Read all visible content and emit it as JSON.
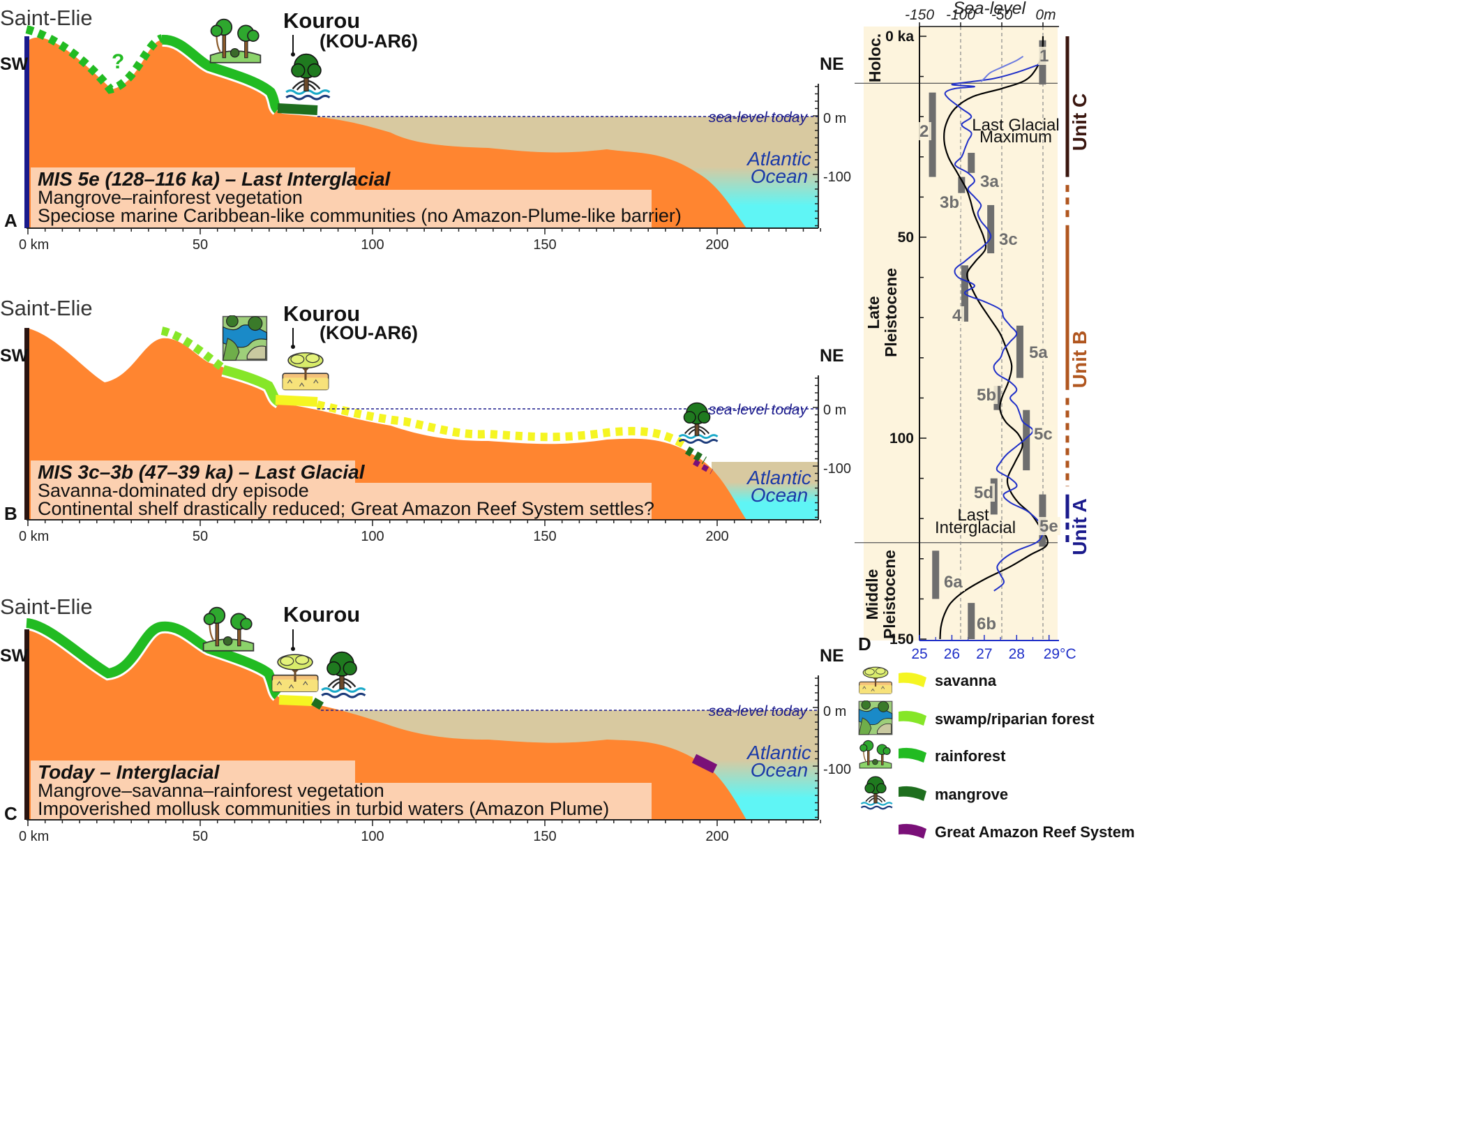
{
  "panels": [
    {
      "letter": "A",
      "site": "Saint-Elie",
      "sw": "SW",
      "ne": "NE",
      "kourou": "Kourou",
      "core": "(KOU-AR6)",
      "question": "?",
      "sea_level_label": "sea-level today",
      "depth_labels": [
        "0 m",
        "-100"
      ],
      "ocean": [
        "Atlantic",
        "Ocean"
      ],
      "caption_title": "MIS 5e (128–116 ka) – Last Interglacial",
      "caption_lines": [
        "Mangrove–rainforest vegetation",
        "Speciose marine Caribbean-like communities (no Amazon-Plume-like barrier)"
      ],
      "colors": {
        "left_bar": "#1a1a8c"
      }
    },
    {
      "letter": "B",
      "site": "Saint-Elie",
      "sw": "SW",
      "ne": "NE",
      "kourou": "Kourou",
      "core": "(KOU-AR6)",
      "sea_level_label": "sea-level today",
      "depth_labels": [
        "0 m",
        "-100"
      ],
      "ocean": [
        "Atlantic",
        "Ocean"
      ],
      "caption_title": "MIS 3c–3b (47–39 ka) – Last Glacial",
      "caption_lines": [
        "Savanna-dominated dry episode",
        "Continental shelf drastically reduced; Great Amazon Reef System settles?"
      ],
      "colors": {
        "left_bar": "#2a1410"
      }
    },
    {
      "letter": "C",
      "site": "Saint-Elie",
      "sw": "SW",
      "ne": "NE",
      "kourou": "Kourou",
      "sea_level_label": "sea-level today",
      "depth_labels": [
        "0 m",
        "-100"
      ],
      "ocean": [
        "Atlantic",
        "Ocean"
      ],
      "caption_title": "Today – Interglacial",
      "caption_lines": [
        "Mangrove–savanna–rainforest vegetation",
        "Impoverished mollusk communities in turbid waters (Amazon Plume)"
      ],
      "colors": {
        "left_bar": "#2a1410"
      }
    }
  ],
  "distance_axis": {
    "ticks": [
      0,
      50,
      100,
      150,
      200
    ],
    "tick_labels": [
      "0 km",
      "50",
      "100",
      "150",
      "200"
    ]
  },
  "chart_data": {
    "type": "line",
    "panel_letter": "D",
    "top_axis": {
      "title": "Sea-level",
      "ticks": [
        -150,
        -100,
        -50,
        0
      ],
      "tick_labels": [
        "-150",
        "-100",
        "-50",
        "0m"
      ]
    },
    "bottom_axis": {
      "unit": "°C",
      "ticks": [
        25,
        26,
        27,
        28,
        29
      ],
      "tick_labels": [
        "25",
        "26",
        "27",
        "28",
        "29°C"
      ],
      "xlim": [
        25,
        29.3
      ]
    },
    "y_axis": {
      "ticks": [
        0,
        50,
        100,
        150
      ],
      "tick_labels": [
        "0 ka",
        "50",
        "100",
        "150"
      ],
      "ylim": [
        0,
        150
      ],
      "inverted": true
    },
    "sea_level_ref_lines": [
      -100,
      -50,
      0
    ],
    "period_boundaries_ka": [
      11.7,
      126
    ],
    "periods": [
      {
        "name": "Holoc.",
        "range_ka": [
          0,
          11.7
        ]
      },
      {
        "name": [
          "Late",
          "Pleistocene"
        ],
        "range_ka": [
          11.7,
          126
        ]
      },
      {
        "name": [
          "Middle",
          "Pleistocene"
        ],
        "range_ka": [
          126,
          150
        ]
      }
    ],
    "series": [
      {
        "color": "#000000",
        "axis": "sea-level",
        "points": [
          [
            0,
            0
          ],
          [
            4,
            -1
          ],
          [
            8,
            -8
          ],
          [
            11,
            -22
          ],
          [
            13,
            -50
          ],
          [
            15,
            -85
          ],
          [
            18,
            -107
          ],
          [
            22,
            -118
          ],
          [
            26,
            -120
          ],
          [
            30,
            -115
          ],
          [
            34,
            -104
          ],
          [
            38,
            -93
          ],
          [
            41,
            -88
          ],
          [
            44,
            -84
          ],
          [
            47,
            -78
          ],
          [
            50,
            -72
          ],
          [
            53,
            -70
          ],
          [
            56,
            -82
          ],
          [
            59,
            -92
          ],
          [
            62,
            -88
          ],
          [
            66,
            -78
          ],
          [
            70,
            -65
          ],
          [
            74,
            -52
          ],
          [
            78,
            -44
          ],
          [
            82,
            -38
          ],
          [
            86,
            -42
          ],
          [
            90,
            -50
          ],
          [
            93,
            -52
          ],
          [
            96,
            -45
          ],
          [
            99,
            -30
          ],
          [
            102,
            -25
          ],
          [
            106,
            -34
          ],
          [
            110,
            -43
          ],
          [
            113,
            -40
          ],
          [
            116,
            -30
          ],
          [
            119,
            -14
          ],
          [
            122,
            -4
          ],
          [
            125,
            5
          ],
          [
            127,
            3
          ],
          [
            129,
            -15
          ],
          [
            132,
            -40
          ],
          [
            135,
            -70
          ],
          [
            138,
            -95
          ],
          [
            141,
            -112
          ],
          [
            144,
            -120
          ],
          [
            147,
            -124
          ],
          [
            150,
            -125
          ]
        ]
      },
      {
        "color": "#1f2fc8",
        "axis": "temperature",
        "points": [
          [
            7,
            28.7
          ],
          [
            9,
            28.0
          ],
          [
            10.5,
            27.3
          ],
          [
            11.2,
            26.7
          ],
          [
            12,
            26.0
          ],
          [
            12.5,
            26.7
          ],
          [
            13,
            26.1
          ],
          [
            14,
            25.8
          ],
          [
            15.5,
            25.9
          ],
          [
            18,
            26.3
          ],
          [
            20,
            26.6
          ],
          [
            22,
            26.3
          ],
          [
            24,
            26.6
          ],
          [
            26,
            26.5
          ],
          [
            28,
            26.4
          ],
          [
            30,
            26.3
          ],
          [
            32,
            26.1
          ],
          [
            34,
            26.5
          ],
          [
            36,
            26.7
          ],
          [
            38,
            26.5
          ],
          [
            40,
            26.7
          ],
          [
            42,
            26.9
          ],
          [
            44,
            26.8
          ],
          [
            46,
            26.9
          ],
          [
            48,
            27.1
          ],
          [
            50,
            27.2
          ],
          [
            52,
            27.0
          ],
          [
            54,
            26.7
          ],
          [
            56,
            26.4
          ],
          [
            58,
            26.1
          ],
          [
            60,
            26.2
          ],
          [
            62,
            26.7
          ],
          [
            64,
            26.4
          ],
          [
            66,
            27.0
          ],
          [
            68,
            27.5
          ],
          [
            70,
            27.6
          ],
          [
            72,
            27.8
          ],
          [
            74,
            28.0
          ],
          [
            76,
            27.8
          ],
          [
            78,
            27.6
          ],
          [
            80,
            27.5
          ],
          [
            82,
            27.3
          ],
          [
            84,
            27.4
          ],
          [
            86,
            27.8
          ],
          [
            88,
            28.0
          ],
          [
            90,
            27.8
          ],
          [
            92,
            28.0
          ],
          [
            94,
            28.1
          ],
          [
            96,
            28.2
          ],
          [
            98,
            28.5
          ],
          [
            100,
            28.3
          ],
          [
            102,
            28.0
          ],
          [
            104,
            27.7
          ],
          [
            106,
            27.5
          ],
          [
            108,
            27.4
          ],
          [
            110,
            27.8
          ],
          [
            112,
            28.0
          ],
          [
            114,
            27.6
          ],
          [
            116,
            27.8
          ],
          [
            118,
            28.3
          ],
          [
            120,
            28.6
          ],
          [
            122,
            28.8
          ],
          [
            124,
            28.8
          ],
          [
            126,
            28.6
          ],
          [
            128,
            28.0
          ],
          [
            130,
            27.6
          ],
          [
            132,
            27.4
          ],
          [
            134,
            27.5
          ],
          [
            136,
            27.6
          ],
          [
            138,
            27.3
          ]
        ]
      },
      {
        "color": "#6b7ae0",
        "axis": "temperature",
        "points": [
          [
            5,
            28.2
          ],
          [
            6,
            28.0
          ],
          [
            7.5,
            27.6
          ],
          [
            9,
            27.2
          ],
          [
            10.5,
            27.0
          ],
          [
            11.3,
            26.9
          ]
        ]
      }
    ],
    "marine_isotope_stages": [
      {
        "label": "1",
        "temp": 28.8,
        "range_ka": [
          1,
          12
        ]
      },
      {
        "label": "2",
        "temp": 25.4,
        "range_ka": [
          14,
          35
        ]
      },
      {
        "label": "3a",
        "temp": 26.6,
        "range_ka": [
          29,
          34
        ]
      },
      {
        "label": "3b",
        "temp": 26.3,
        "range_ka": [
          35,
          39
        ]
      },
      {
        "label": "3c",
        "temp": 27.2,
        "range_ka": [
          42,
          54
        ]
      },
      {
        "label": "4",
        "temp": 26.4,
        "range_ka": [
          57,
          71
        ]
      },
      {
        "label": "5a",
        "temp": 28.1,
        "range_ka": [
          72,
          85
        ]
      },
      {
        "label": "5b",
        "temp": 27.4,
        "range_ka": [
          87,
          93
        ]
      },
      {
        "label": "5c",
        "temp": 28.3,
        "range_ka": [
          93,
          108
        ]
      },
      {
        "label": "5d",
        "temp": 27.3,
        "range_ka": [
          110,
          119
        ]
      },
      {
        "label": "5e",
        "temp": 28.8,
        "range_ka": [
          114,
          127
        ]
      },
      {
        "label": "6a",
        "temp": 25.5,
        "range_ka": [
          128,
          140
        ]
      },
      {
        "label": "6b",
        "temp": 26.6,
        "range_ka": [
          141,
          150
        ]
      }
    ],
    "annotations": [
      {
        "text": [
          "Last Glacial",
          "Maximum"
        ],
        "ka": 20
      },
      {
        "text": [
          "Last",
          "Interglacial"
        ],
        "ka": 118
      }
    ],
    "units": [
      {
        "label": "Unit C",
        "color": "#3a160f",
        "solid_ka": [
          0,
          35
        ],
        "dashed_ka": []
      },
      {
        "label": "Unit B",
        "color": "#b0561f",
        "solid_ka": [
          47,
          88
        ],
        "dashed_ka": [
          [
            37,
            45
          ],
          [
            90,
            112
          ]
        ]
      },
      {
        "label": "Unit A",
        "color": "#1a1a8c",
        "solid_ka": [
          114,
          120
        ],
        "dashed_ka": [
          [
            121,
            127
          ]
        ]
      }
    ]
  },
  "legend": [
    {
      "label": "savanna",
      "icon": "savanna-icon",
      "color": "#f5f522"
    },
    {
      "label": "swamp/riparian forest",
      "icon": "swamp-icon",
      "color": "#86e628"
    },
    {
      "label": "rainforest",
      "icon": "rainforest-icon",
      "color": "#22bb22"
    },
    {
      "label": "mangrove",
      "icon": "mangrove-icon",
      "color": "#1e6e1e"
    },
    {
      "label": "Great Amazon Reef System",
      "icon": "",
      "color": "#7a1078"
    }
  ],
  "colors": {
    "land": "#ff8530",
    "sea": "#5ff5f5",
    "shelf_sediment": "#d8c9a0",
    "chart_bg": "#fdf4dd"
  }
}
